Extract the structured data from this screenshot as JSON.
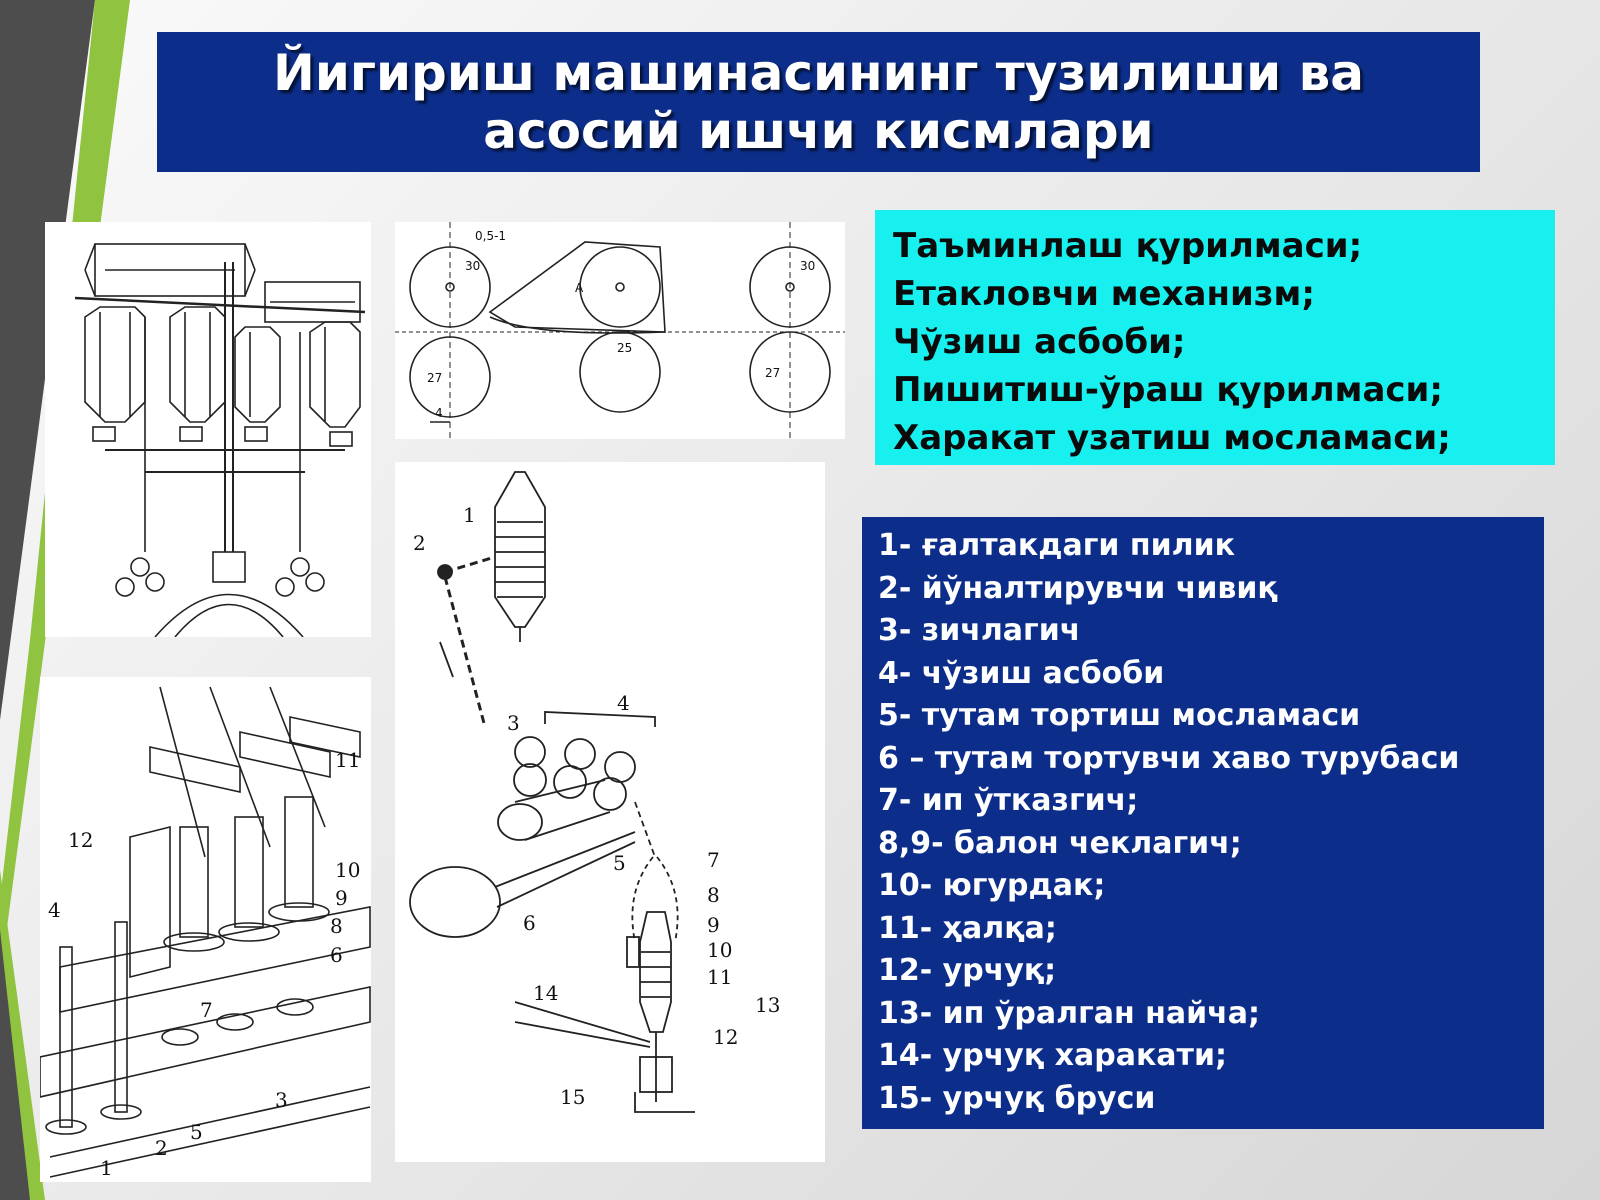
{
  "slide": {
    "title_lines": [
      "Йигириш машинасининг тузилиши ва",
      "асосий ишчи кисмлари"
    ],
    "accent_colors": {
      "green": "#8fc340",
      "dark": "#4d4d4d",
      "title_bg": "#0c2e8a",
      "cyan_bg": "#18f0ef"
    }
  },
  "components": [
    "Таъминлаш қурилмаси;",
    "Етакловчи механизм;",
    "Чўзиш асбоби;",
    "Пишитиш-ўраш қурилмаси;",
    "Харакат узатиш мосламаси;"
  ],
  "legend": [
    "1- ғалтакдаги пилик",
    "2- йўналтирувчи чивиқ",
    "3- зичлагич",
    "4- чўзиш асбоби",
    "5- тутам тортиш мосламаси",
    "6 – тутам тортувчи хаво турубаси",
    "7- ип ўтказгич;",
    "8,9- балон чеклагич;",
    "10- югурдак;",
    "11- ҳалқа;",
    "12- урчуқ;",
    "13- ип ўралган найча;",
    "14- урчуқ харакати;",
    "15- урчуқ бруси"
  ],
  "drafting_diagram": {
    "dimensions": [
      "0,5-1",
      "30",
      "27",
      "25",
      "30",
      "27",
      "4"
    ],
    "zone_label": "A"
  },
  "process_diagram": {
    "labels": [
      "1",
      "2",
      "3",
      "4",
      "5",
      "6",
      "7",
      "8",
      "9",
      "10",
      "11",
      "12",
      "13",
      "14",
      "15"
    ]
  },
  "spindle_diagram": {
    "labels": [
      "11",
      "12",
      "10",
      "9",
      "8",
      "6",
      "4",
      "7",
      "3",
      "2",
      "5",
      "1"
    ]
  }
}
